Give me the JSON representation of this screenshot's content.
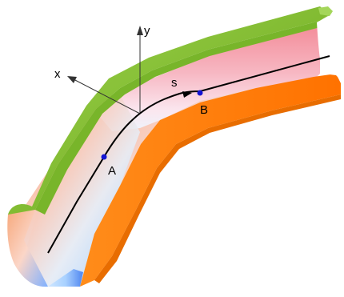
{
  "labels": {
    "x_axis": "x",
    "y_axis": "y",
    "s": "s",
    "point_a": "A",
    "point_b": "B"
  },
  "colors": {
    "outer_wall_top": "#8cc63f",
    "outer_wall_side": "#6aa51c",
    "inner_wall_side": "#ff7f00",
    "point": "#1414d2",
    "axis": "#333333",
    "surface_pink": "#f48a9a",
    "surface_light": "#fbe2ec",
    "surface_blue": "#a8d4ff",
    "surface_orange": "#f7a06a"
  }
}
